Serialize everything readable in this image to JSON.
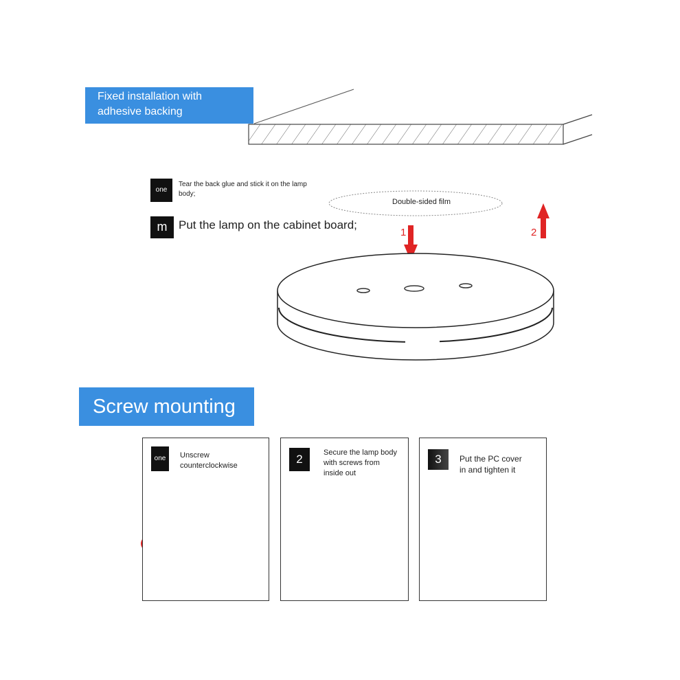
{
  "adhesive_section": {
    "title_line1": "Fixed installation with",
    "title_line2": "adhesive backing",
    "step1_badge": "one",
    "step1_text_line1": "Tear the back glue and stick it on the lamp",
    "step1_text_line2": "body;",
    "step2_badge": "m",
    "step2_text": "Put the lamp on the cabinet board;",
    "film_label": "Double-sided film",
    "arrow1_label": "1",
    "arrow2_label": "2"
  },
  "screw_section": {
    "title": "Screw mounting",
    "panels": [
      {
        "badge": "one",
        "text_line1": "Unscrew",
        "text_line2": "counterclockwise",
        "text_line3": ""
      },
      {
        "badge": "2",
        "text_line1": "Secure the lamp body",
        "text_line2": "with screws from",
        "text_line3": "inside out"
      },
      {
        "badge": "3",
        "text_line1": "Put the PC cover",
        "text_line2": "in and tighten it",
        "text_line3": ""
      }
    ]
  },
  "colors": {
    "banner_blue": "#3a8fe0",
    "arrow_red": "#e02424",
    "badge_black": "#111111"
  }
}
